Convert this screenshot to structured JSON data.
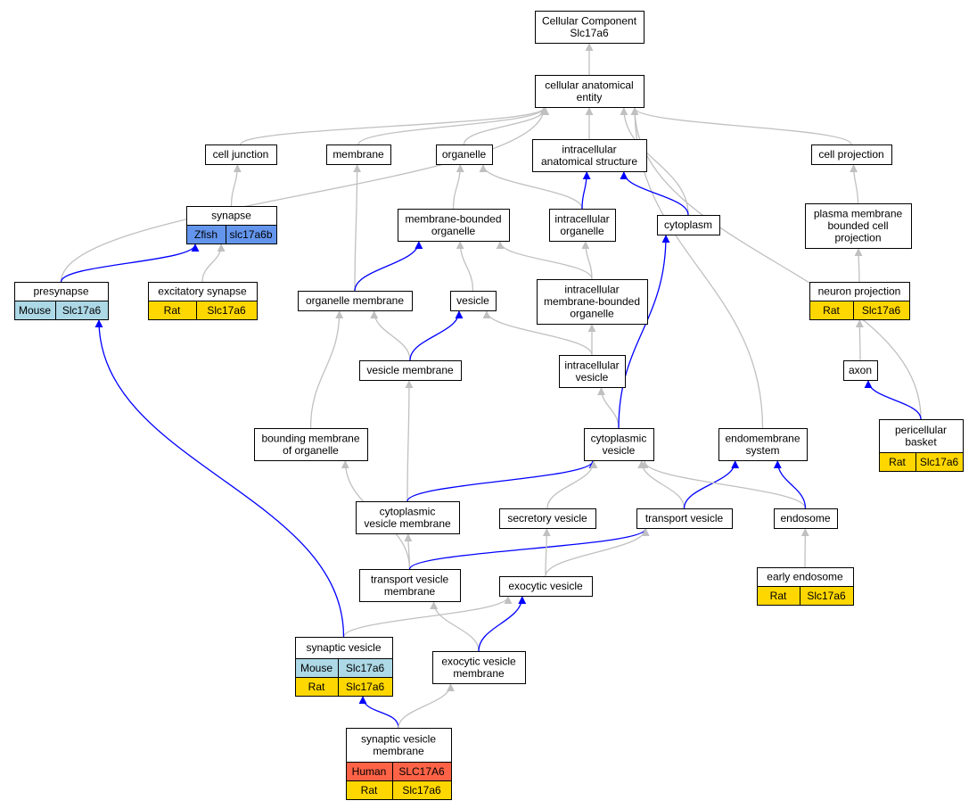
{
  "colors": {
    "edge_gray": "#c0c0c0",
    "edge_blue": "#0000ff",
    "node_border": "#000000",
    "node_fill": "#ffffff",
    "mouse": "#add8e6",
    "rat": "#ffd700",
    "zfish": "#6495ed",
    "human": "#ff6347"
  },
  "nodes": [
    {
      "id": "cc",
      "lines": [
        "Cellular Component",
        "Slc17a6"
      ],
      "rows": []
    },
    {
      "id": "cae",
      "lines": [
        "cellular anatomical",
        "entity"
      ],
      "rows": []
    },
    {
      "id": "cj",
      "lines": [
        "cell junction"
      ],
      "rows": []
    },
    {
      "id": "mem",
      "lines": [
        "membrane"
      ],
      "rows": []
    },
    {
      "id": "org",
      "lines": [
        "organelle"
      ],
      "rows": []
    },
    {
      "id": "ias",
      "lines": [
        "intracellular",
        "anatomical structure"
      ],
      "rows": []
    },
    {
      "id": "cp",
      "lines": [
        "cell projection"
      ],
      "rows": []
    },
    {
      "id": "syn",
      "lines": [
        "synapse"
      ],
      "rows": [
        {
          "species": "Zfish",
          "gene": "slc17a6b",
          "color": "zfish"
        }
      ]
    },
    {
      "id": "mbo",
      "lines": [
        "membrane-bounded",
        "organelle"
      ],
      "rows": []
    },
    {
      "id": "io",
      "lines": [
        "intracellular",
        "organelle"
      ],
      "rows": []
    },
    {
      "id": "cyto",
      "lines": [
        "cytoplasm"
      ],
      "rows": []
    },
    {
      "id": "pmbcp",
      "lines": [
        "plasma membrane",
        "bounded cell",
        "projection"
      ],
      "rows": []
    },
    {
      "id": "pre",
      "lines": [
        "presynapse"
      ],
      "rows": [
        {
          "species": "Mouse",
          "gene": "Slc17a6",
          "color": "mouse"
        }
      ]
    },
    {
      "id": "exs",
      "lines": [
        "excitatory synapse"
      ],
      "rows": [
        {
          "species": "Rat",
          "gene": "Slc17a6",
          "color": "rat"
        }
      ]
    },
    {
      "id": "om",
      "lines": [
        "organelle membrane"
      ],
      "rows": []
    },
    {
      "id": "ves",
      "lines": [
        "vesicle"
      ],
      "rows": []
    },
    {
      "id": "imbo",
      "lines": [
        "intracellular",
        "membrane-bounded",
        "organelle"
      ],
      "rows": []
    },
    {
      "id": "np",
      "lines": [
        "neuron projection"
      ],
      "rows": [
        {
          "species": "Rat",
          "gene": "Slc17a6",
          "color": "rat"
        }
      ]
    },
    {
      "id": "vm",
      "lines": [
        "vesicle membrane"
      ],
      "rows": []
    },
    {
      "id": "iv",
      "lines": [
        "intracellular",
        "vesicle"
      ],
      "rows": []
    },
    {
      "id": "axon",
      "lines": [
        "axon"
      ],
      "rows": []
    },
    {
      "id": "bmo",
      "lines": [
        "bounding membrane",
        "of organelle"
      ],
      "rows": []
    },
    {
      "id": "cv",
      "lines": [
        "cytoplasmic",
        "vesicle"
      ],
      "rows": []
    },
    {
      "id": "es",
      "lines": [
        "endomembrane",
        "system"
      ],
      "rows": []
    },
    {
      "id": "pb",
      "lines": [
        "pericellular",
        "basket"
      ],
      "rows": [
        {
          "species": "Rat",
          "gene": "Slc17a6",
          "color": "rat"
        }
      ]
    },
    {
      "id": "cvm",
      "lines": [
        "cytoplasmic",
        "vesicle membrane"
      ],
      "rows": []
    },
    {
      "id": "sv2",
      "lines": [
        "secretory vesicle"
      ],
      "rows": []
    },
    {
      "id": "tv",
      "lines": [
        "transport vesicle"
      ],
      "rows": []
    },
    {
      "id": "endo",
      "lines": [
        "endosome"
      ],
      "rows": []
    },
    {
      "id": "tvm",
      "lines": [
        "transport vesicle",
        "membrane"
      ],
      "rows": []
    },
    {
      "id": "exv",
      "lines": [
        "exocytic vesicle"
      ],
      "rows": []
    },
    {
      "id": "ee",
      "lines": [
        "early endosome"
      ],
      "rows": [
        {
          "species": "Rat",
          "gene": "Slc17a6",
          "color": "rat"
        }
      ]
    },
    {
      "id": "synv",
      "lines": [
        "synaptic vesicle"
      ],
      "rows": [
        {
          "species": "Mouse",
          "gene": "Slc17a6",
          "color": "mouse"
        },
        {
          "species": "Rat",
          "gene": "Slc17a6",
          "color": "rat"
        }
      ]
    },
    {
      "id": "evm",
      "lines": [
        "exocytic vesicle",
        "membrane"
      ],
      "rows": []
    },
    {
      "id": "svm",
      "lines": [
        "synaptic vesicle",
        "membrane"
      ],
      "rows": [
        {
          "species": "Human",
          "gene": "SLC17A6",
          "color": "human"
        },
        {
          "species": "Rat",
          "gene": "Slc17a6",
          "color": "rat"
        }
      ]
    }
  ],
  "edges": [
    {
      "from": "cae",
      "to": "cc",
      "color": "gray"
    },
    {
      "from": "cj",
      "to": "cae",
      "color": "gray"
    },
    {
      "from": "mem",
      "to": "cae",
      "color": "gray"
    },
    {
      "from": "org",
      "to": "cae",
      "color": "gray"
    },
    {
      "from": "ias",
      "to": "cae",
      "color": "gray"
    },
    {
      "from": "cp",
      "to": "cae",
      "color": "gray"
    },
    {
      "from": "cyto",
      "to": "cae",
      "color": "gray"
    },
    {
      "from": "es",
      "to": "cae",
      "color": "gray"
    },
    {
      "from": "pre",
      "to": "cae",
      "color": "gray"
    },
    {
      "from": "pb",
      "to": "cae",
      "color": "gray"
    },
    {
      "from": "syn",
      "to": "cj",
      "color": "gray"
    },
    {
      "from": "exs",
      "to": "syn",
      "color": "gray"
    },
    {
      "from": "pre",
      "to": "syn",
      "color": "blue"
    },
    {
      "from": "mbo",
      "to": "org",
      "color": "gray"
    },
    {
      "from": "io",
      "to": "org",
      "color": "gray"
    },
    {
      "from": "io",
      "to": "ias",
      "color": "blue"
    },
    {
      "from": "cyto",
      "to": "ias",
      "color": "blue"
    },
    {
      "from": "pmbcp",
      "to": "cp",
      "color": "gray"
    },
    {
      "from": "np",
      "to": "pmbcp",
      "color": "gray"
    },
    {
      "from": "axon",
      "to": "np",
      "color": "gray"
    },
    {
      "from": "pb",
      "to": "axon",
      "color": "blue"
    },
    {
      "from": "om",
      "to": "mem",
      "color": "gray"
    },
    {
      "from": "om",
      "to": "mbo",
      "color": "blue"
    },
    {
      "from": "ves",
      "to": "mbo",
      "color": "gray"
    },
    {
      "from": "imbo",
      "to": "mbo",
      "color": "gray"
    },
    {
      "from": "imbo",
      "to": "io",
      "color": "gray"
    },
    {
      "from": "vm",
      "to": "om",
      "color": "gray"
    },
    {
      "from": "vm",
      "to": "ves",
      "color": "blue"
    },
    {
      "from": "iv",
      "to": "ves",
      "color": "gray"
    },
    {
      "from": "iv",
      "to": "imbo",
      "color": "gray"
    },
    {
      "from": "bmo",
      "to": "om",
      "color": "gray"
    },
    {
      "from": "cv",
      "to": "iv",
      "color": "gray"
    },
    {
      "from": "cv",
      "to": "cyto",
      "color": "blue"
    },
    {
      "from": "cvm",
      "to": "vm",
      "color": "gray"
    },
    {
      "from": "cvm",
      "to": "cv",
      "color": "blue"
    },
    {
      "from": "sv2",
      "to": "cv",
      "color": "gray"
    },
    {
      "from": "tv",
      "to": "cv",
      "color": "gray"
    },
    {
      "from": "tv",
      "to": "es",
      "color": "blue"
    },
    {
      "from": "endo",
      "to": "cv",
      "color": "gray"
    },
    {
      "from": "endo",
      "to": "es",
      "color": "blue"
    },
    {
      "from": "ee",
      "to": "endo",
      "color": "gray"
    },
    {
      "from": "tvm",
      "to": "cvm",
      "color": "gray"
    },
    {
      "from": "tvm",
      "to": "bmo",
      "color": "gray"
    },
    {
      "from": "tvm",
      "to": "tv",
      "color": "blue"
    },
    {
      "from": "exv",
      "to": "sv2",
      "color": "gray"
    },
    {
      "from": "exv",
      "to": "tv",
      "color": "gray"
    },
    {
      "from": "synv",
      "to": "exv",
      "color": "gray"
    },
    {
      "from": "synv",
      "to": "pre",
      "color": "blue"
    },
    {
      "from": "evm",
      "to": "tvm",
      "color": "gray"
    },
    {
      "from": "evm",
      "to": "exv",
      "color": "blue"
    },
    {
      "from": "svm",
      "to": "synv",
      "color": "blue"
    },
    {
      "from": "svm",
      "to": "evm",
      "color": "gray"
    }
  ]
}
